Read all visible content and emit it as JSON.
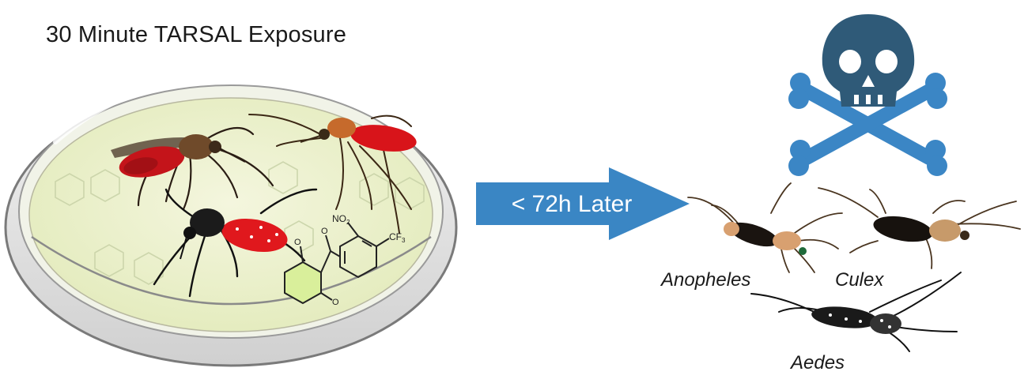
{
  "title": "30 Minute TARSAL Exposure",
  "arrow_label": "< 72h Later",
  "species": {
    "anopheles": "Anopheles",
    "culex": "Culex",
    "aedes": "Aedes"
  },
  "chemical_labels": {
    "nitro": "NO",
    "nitro_sub": "2",
    "trifluoromethyl": "CF",
    "trifluoromethyl_sub": "3"
  },
  "colors": {
    "arrow": "#3a86c4",
    "skull": "#2f5a78",
    "bones": "#3b86c5",
    "dish_fill": "#eef3d6",
    "blood_red": "#d8141a",
    "ring_fill": "#d9ef9b"
  }
}
